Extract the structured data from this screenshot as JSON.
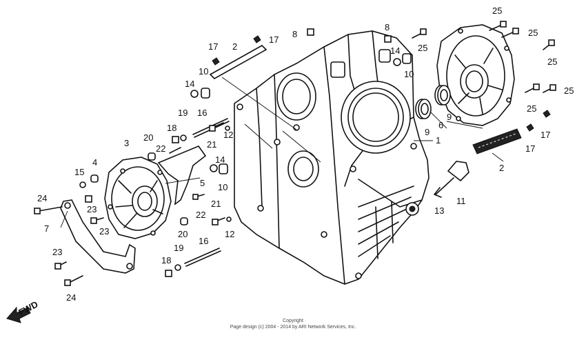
{
  "diagram": {
    "fwd_label": "FWD",
    "callouts": [
      {
        "id": "c1",
        "text": "25"
      },
      {
        "id": "c2",
        "text": "17"
      },
      {
        "id": "c3",
        "text": "2"
      },
      {
        "id": "c4",
        "text": "17"
      },
      {
        "id": "c5",
        "text": "8"
      },
      {
        "id": "c6",
        "text": "8"
      },
      {
        "id": "c7",
        "text": "14"
      },
      {
        "id": "c8",
        "text": "25"
      },
      {
        "id": "c9",
        "text": "25"
      },
      {
        "id": "c10",
        "text": "25"
      },
      {
        "id": "c11",
        "text": "10"
      },
      {
        "id": "c12",
        "text": "10"
      },
      {
        "id": "c13",
        "text": "14"
      },
      {
        "id": "c14",
        "text": "16"
      },
      {
        "id": "c15",
        "text": "19"
      },
      {
        "id": "c16",
        "text": "25"
      },
      {
        "id": "c17",
        "text": "25"
      },
      {
        "id": "c18",
        "text": "18"
      },
      {
        "id": "c19",
        "text": "9"
      },
      {
        "id": "c20",
        "text": "9"
      },
      {
        "id": "c21",
        "text": "6"
      },
      {
        "id": "c22",
        "text": "17"
      },
      {
        "id": "c23",
        "text": "17"
      },
      {
        "id": "c24",
        "text": "20"
      },
      {
        "id": "c25",
        "text": "3"
      },
      {
        "id": "c26",
        "text": "22"
      },
      {
        "id": "c27",
        "text": "21"
      },
      {
        "id": "c28",
        "text": "12"
      },
      {
        "id": "c29",
        "text": "1"
      },
      {
        "id": "c30",
        "text": "14"
      },
      {
        "id": "c31",
        "text": "4"
      },
      {
        "id": "c32",
        "text": "15"
      },
      {
        "id": "c33",
        "text": "10"
      },
      {
        "id": "c34",
        "text": "5"
      },
      {
        "id": "c35",
        "text": "2"
      },
      {
        "id": "c36",
        "text": "24"
      },
      {
        "id": "c37",
        "text": "23"
      },
      {
        "id": "c38",
        "text": "22"
      },
      {
        "id": "c39",
        "text": "21"
      },
      {
        "id": "c40",
        "text": "13"
      },
      {
        "id": "c41",
        "text": "11"
      },
      {
        "id": "c42",
        "text": "7"
      },
      {
        "id": "c43",
        "text": "23"
      },
      {
        "id": "c44",
        "text": "20"
      },
      {
        "id": "c45",
        "text": "12"
      },
      {
        "id": "c46",
        "text": "16"
      },
      {
        "id": "c47",
        "text": "19"
      },
      {
        "id": "c48",
        "text": "23"
      },
      {
        "id": "c49",
        "text": "18"
      },
      {
        "id": "c50",
        "text": "24"
      }
    ]
  },
  "footer": {
    "line1": "Copyright",
    "line2": "Page design (c) 2004 - 2014 by ARI Network Services, Inc."
  }
}
